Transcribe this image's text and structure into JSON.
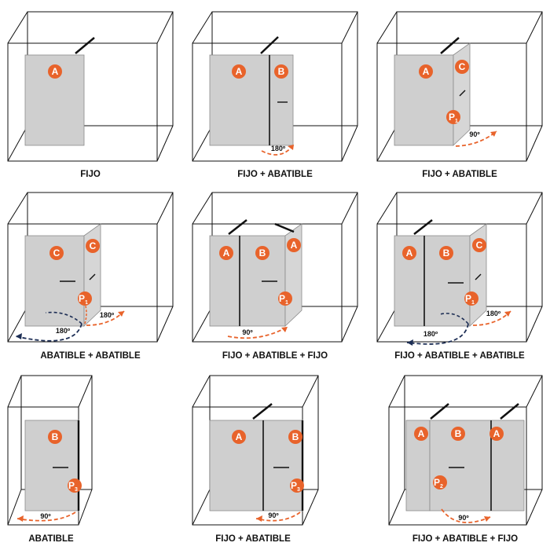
{
  "colors": {
    "accent": "#e8632b",
    "arc_navy": "#1d2e55",
    "glass": "#cfcfcf",
    "frame": "#111111"
  },
  "panels": [
    {
      "caption": "FIJO",
      "badges": [
        "A"
      ],
      "angles": []
    },
    {
      "caption": "FIJO + ABATIBLE",
      "badges": [
        "A",
        "B"
      ],
      "angles": [
        "180º"
      ]
    },
    {
      "caption": "FIJO + ABATIBLE",
      "badges": [
        "A",
        "C",
        "P1"
      ],
      "angles": [
        "90º"
      ]
    },
    {
      "caption": "ABATIBLE + ABATIBLE",
      "badges": [
        "C",
        "C",
        "P1"
      ],
      "angles": [
        "180º",
        "180º"
      ]
    },
    {
      "caption": "FIJO + ABATIBLE + FIJO",
      "badges": [
        "A",
        "B",
        "A",
        "P1"
      ],
      "angles": [
        "90º"
      ]
    },
    {
      "caption": "FIJO + ABATIBLE + ABATIBLE",
      "badges": [
        "A",
        "B",
        "C",
        "P1"
      ],
      "angles": [
        "180º",
        "180º"
      ]
    },
    {
      "caption": "ABATIBLE",
      "badges": [
        "B",
        "P3"
      ],
      "angles": [
        "90º"
      ]
    },
    {
      "caption": "FIJO + ABATIBLE",
      "badges": [
        "A",
        "B",
        "P3"
      ],
      "angles": [
        "90º"
      ]
    },
    {
      "caption": "FIJO + ABATIBLE + FIJO",
      "badges": [
        "A",
        "B",
        "A",
        "P2"
      ],
      "angles": [
        "90º"
      ]
    }
  ]
}
